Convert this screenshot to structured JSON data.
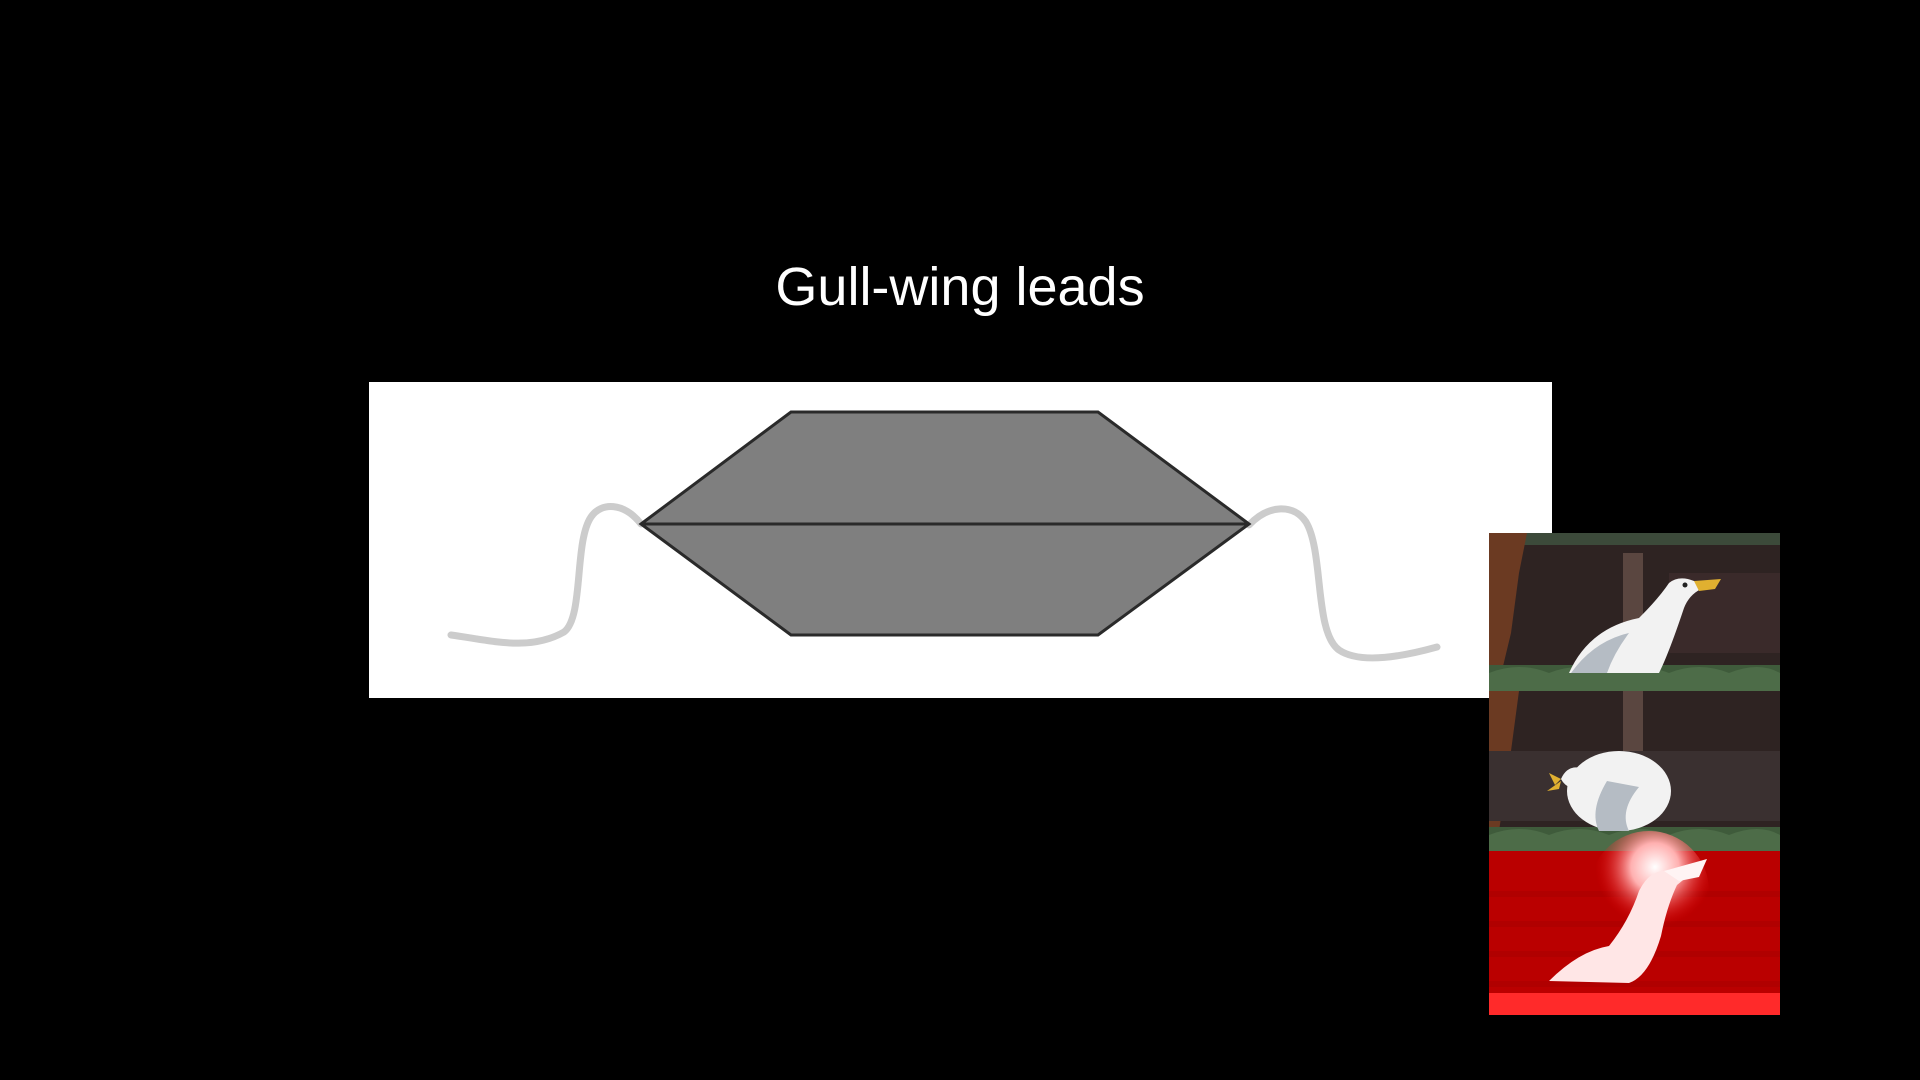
{
  "slide": {
    "title": "Gull-wing leads",
    "background_color": "#000000"
  },
  "diagram": {
    "component": "gull-wing-package",
    "body_fill": "#7f7f7f",
    "body_stroke": "#2a2a2a",
    "lead_color": "#cccccc",
    "panel_color": "#ffffff"
  },
  "meme": {
    "subject": "inhaling-seagull",
    "frames": [
      {
        "name": "seagull-frame-1",
        "tint": "natural"
      },
      {
        "name": "seagull-frame-2",
        "tint": "natural"
      },
      {
        "name": "seagull-frame-3",
        "tint": "#e00000"
      }
    ]
  }
}
